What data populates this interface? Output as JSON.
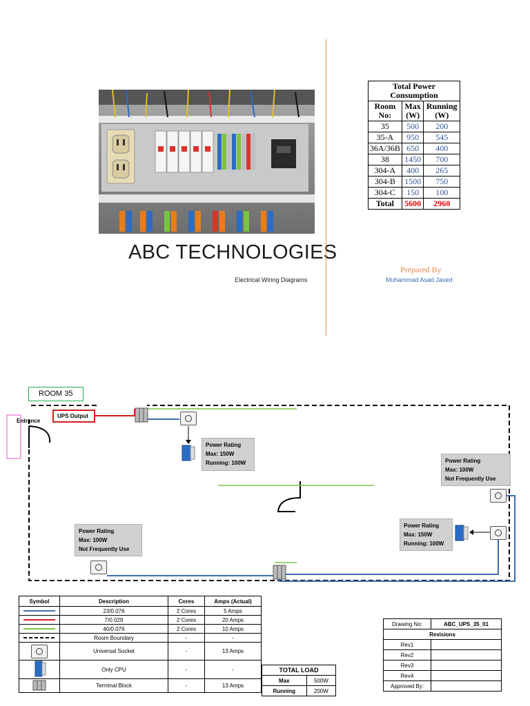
{
  "cover": {
    "title": "ABC TECHNOLOGIES",
    "subtitle": "Electrical Wiring Diagrams",
    "prepared_by_label": "Prepared By",
    "prepared_by_name": "Muhammad Asad Javed",
    "photo_icon": "electrical-panel-photo"
  },
  "power_table": {
    "title": "Total Power Consumption",
    "headers": [
      "Room No:",
      "Max (W)",
      "Running (W)"
    ],
    "rows": [
      [
        "35",
        "500",
        "200"
      ],
      [
        "35-A",
        "950",
        "545"
      ],
      [
        "36A/36B",
        "650",
        "400"
      ],
      [
        "38",
        "1450",
        "700"
      ],
      [
        "304-A",
        "400",
        "265"
      ],
      [
        "304-B",
        "1500",
        "750"
      ],
      [
        "304-C",
        "150",
        "100"
      ]
    ],
    "total": [
      "Total",
      "5600",
      "2960"
    ]
  },
  "diagram": {
    "room_label": "ROOM 35",
    "ups_output": "UPS Output",
    "entrance": "Entrance",
    "ratings": [
      {
        "title": "Power Rating",
        "max": "Max: 150W",
        "running": "Running: 100W"
      },
      {
        "title": "Power Rating",
        "max": "Max: 100W",
        "running": "Not Frequently Use"
      },
      {
        "title": "Power Rating",
        "max": "Max: 150W",
        "running": "Running: 100W"
      },
      {
        "title": "Power Rating",
        "max": "Max: 100W",
        "running": "Not Frequently Use"
      }
    ],
    "colors": {
      "blue": "#3b6cb5",
      "red": "#d91c1c",
      "green": "#7cc242",
      "orange": "#e8894a"
    }
  },
  "legend": {
    "headers": [
      "Symbol",
      "Description",
      "Cores",
      "Amps (Actual)"
    ],
    "rows": [
      {
        "symbol": "blue-line",
        "desc": "23/0.076",
        "cores": "2 Cores",
        "amps": "5 Amps"
      },
      {
        "symbol": "red-line",
        "desc": "7/0.029",
        "cores": "2 Cores",
        "amps": "20 Amps"
      },
      {
        "symbol": "green-line",
        "desc": "40/0.076",
        "cores": "2 Cores",
        "amps": "10 Amps"
      },
      {
        "symbol": "dashed-line",
        "desc": "Room Boundary",
        "cores": "-",
        "amps": "-"
      },
      {
        "symbol": "socket-icon",
        "desc": "Universal Socket",
        "cores": "-",
        "amps": "13 Amps"
      },
      {
        "symbol": "cpu-icon",
        "desc": "Only CPU",
        "cores": "-",
        "amps": "-"
      },
      {
        "symbol": "terminal-block-icon",
        "desc": "Terminal Block",
        "cores": "-",
        "amps": "13 Amps"
      }
    ]
  },
  "total_load": {
    "title": "TOTAL LOAD",
    "rows": [
      [
        "Max",
        "500W"
      ],
      [
        "Running",
        "200W"
      ]
    ]
  },
  "revision_block": {
    "drawing_no_label": "Drawing No:",
    "drawing_no": "ABC_UPS_35_01",
    "revisions_label": "Revisions",
    "revs": [
      "Rev1",
      "Rev2",
      "Rev3",
      "Rev4"
    ],
    "approved_by": "Approved By:"
  }
}
